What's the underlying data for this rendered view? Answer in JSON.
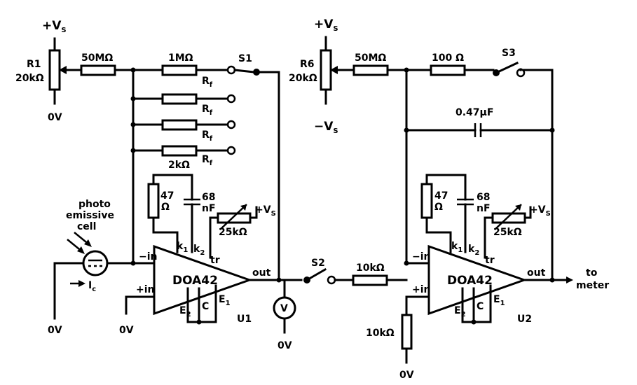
{
  "labels": {
    "vs_plus_left": "+V",
    "vs_plus_right": "+V",
    "vs_minus_right": "−V",
    "sub_s": "S",
    "r1_name": "R1",
    "r1_value": "20kΩ",
    "r6_name": "R6",
    "r6_value": "20kΩ",
    "gnd": "0V",
    "res_50m": "50MΩ",
    "res_1m": "1MΩ",
    "res_100": "100 Ω",
    "res_2k": "2kΩ",
    "rf": "R",
    "sub_f": "f",
    "s1": "S1",
    "s2": "S2",
    "s3": "S3",
    "cap_047": "0.47μF",
    "r47": "47",
    "ohm": "Ω",
    "c68": "68",
    "nf": "nF",
    "pot_25k": "25kΩ",
    "plus_vs": "+V",
    "k": "k",
    "sub_1": "1",
    "sub_2": "2",
    "tr": "tr",
    "minus_in": "−in",
    "plus_in": "+in",
    "out": "out",
    "opamp": "DOA42",
    "e": "E",
    "c": "C",
    "u1": "U1",
    "u2": "U2",
    "photo": "photo",
    "emissive": "emissive",
    "cell": "cell",
    "ic": "I",
    "sub_c": "c",
    "voltmeter": "V",
    "r10k": "10kΩ",
    "to": "to",
    "meter": "meter"
  }
}
